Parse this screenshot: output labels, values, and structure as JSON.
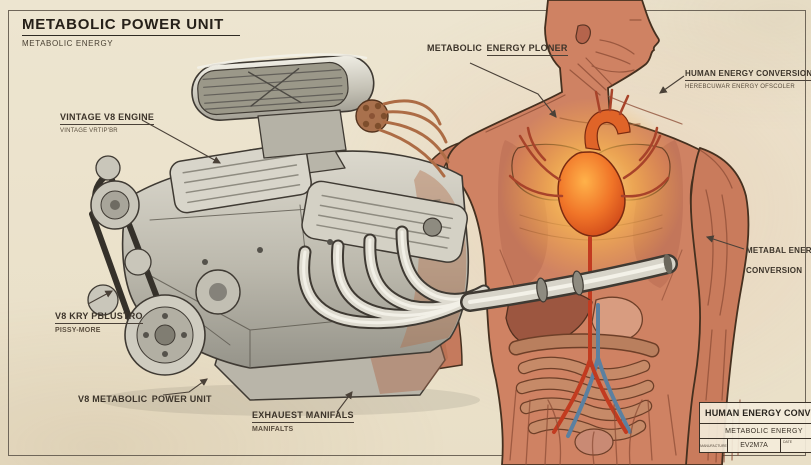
{
  "title": {
    "main": "METABOLIC POWER UNIT",
    "sub": "METABOLIC ENERGY"
  },
  "labels": {
    "vintage_engine": {
      "main": "VINTAGE V8 ENGINE",
      "sub": "VINTAGE VRTIP'BR"
    },
    "energy_ploner": {
      "line1": "METABOLIC",
      "line2": "ENERGY PLONER"
    },
    "human_conversion": {
      "main": "HUMAN ENERGY CONVERSION",
      "sub": "HEREBCUWAR ENERGY OFSCOLER"
    },
    "metabal_conversion": {
      "line1": "METABAL ENERGY",
      "line2": "CONVERSION"
    },
    "kry_pblustro": {
      "main": "V8 KRY PBLUSTRO",
      "sub": "PISSY-MORE"
    },
    "v8_power_unit": {
      "line1": "V8 METABOLIC",
      "line2": "POWER UNIT"
    },
    "exhaust_manifolds": {
      "main": "EXHAUEST MANIFALS",
      "sub": "MANIFALTS"
    }
  },
  "title_block": {
    "title": "HUMAN ENERGY CONVERSION",
    "subtitle": "METABOLIC ENERGY",
    "manufacturer_label": "MANUFACTURE",
    "manufacturer_value": "EV2M7A",
    "date_label": "DATE",
    "date_value": "/"
  },
  "colors": {
    "paper": "#ece4cd",
    "ink": "#2f2a23",
    "label_ink": "#4a4138",
    "muscle": "#cf8263",
    "heart_orange": "#e8641e",
    "glow_yellow": "#ffd76e",
    "steel": "#c9c6ba",
    "copper": "#b26b45"
  }
}
